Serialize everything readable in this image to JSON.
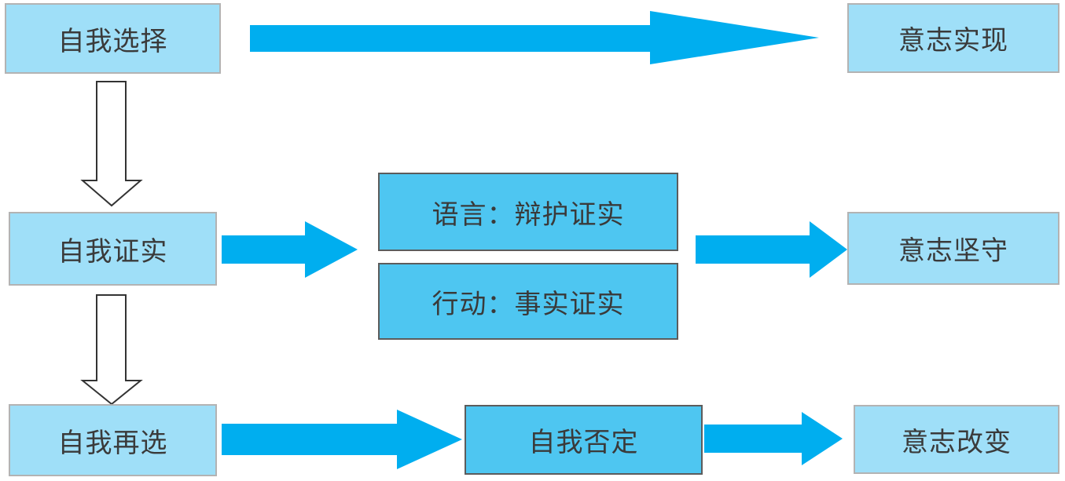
{
  "nodes": {
    "self_choice": "自我选择",
    "will_realize": "意志实现",
    "self_prove": "自我证实",
    "language_prove": "语言：辩护证实",
    "action_prove": "行动：事实证实",
    "will_persist": "意志坚守",
    "self_rechoose": "自我再选",
    "self_negate": "自我否定",
    "will_change": "意志改变"
  },
  "colors": {
    "light_box": "#9fdff8",
    "medium_box": "#4ec6f1",
    "arrow": "#00aeef",
    "text": "#3a3a3a"
  }
}
